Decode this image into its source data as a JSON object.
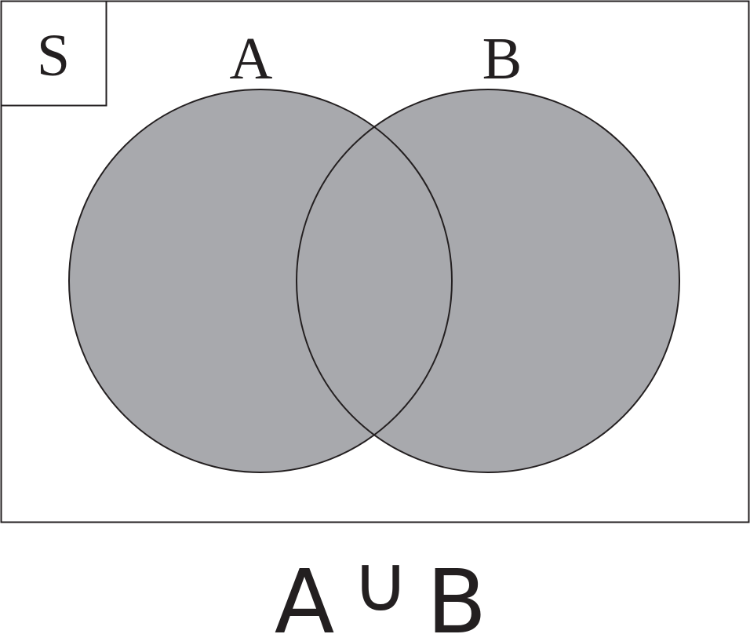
{
  "diagram": {
    "universe_label": "S",
    "set_a_label": "A",
    "set_b_label": "B",
    "caption": {
      "left": "A",
      "operator": "∪",
      "right": "B"
    },
    "shaded_region": "A ∪ B",
    "colors": {
      "shade": "#a8a9ad",
      "stroke": "#231f20",
      "background": "#ffffff"
    }
  }
}
